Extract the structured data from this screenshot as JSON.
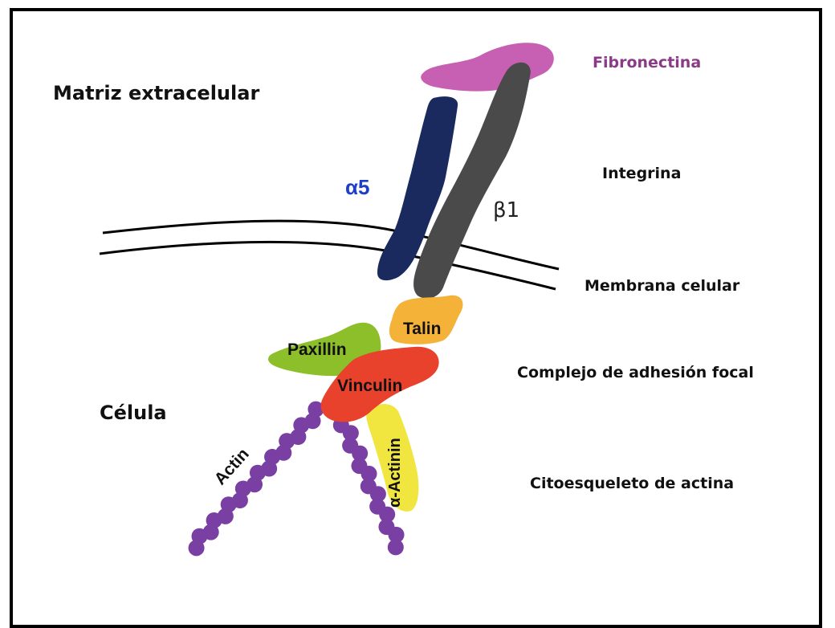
{
  "labels": {
    "fibronectina": "Fibronectina",
    "matriz": "Matriz extracelular",
    "integrina": "Integrina",
    "alpha5": "α5",
    "beta1": "β1",
    "membrana": "Membrana celular",
    "talin": "Talin",
    "paxillin": "Paxillin",
    "complejo": "Complejo de adhesión focal",
    "vinculin": "Vinculin",
    "celula": "Célula",
    "actin": "Actin",
    "alpha_actinin": "α-Actinin",
    "citoesqueleto": "Citoesqueleto de actina"
  },
  "colors": {
    "fibronectin": "#c75fb3",
    "alpha5": "#1a2a5e",
    "beta1": "#4a4a4a",
    "talin": "#f4b238",
    "paxillin": "#8cbf2a",
    "vinculin": "#e8422c",
    "actinin": "#f1e640",
    "actin": "#7a3fa3",
    "fibronectina_text": "#8a3a86",
    "alpha5_text": "#1d3ec9"
  }
}
